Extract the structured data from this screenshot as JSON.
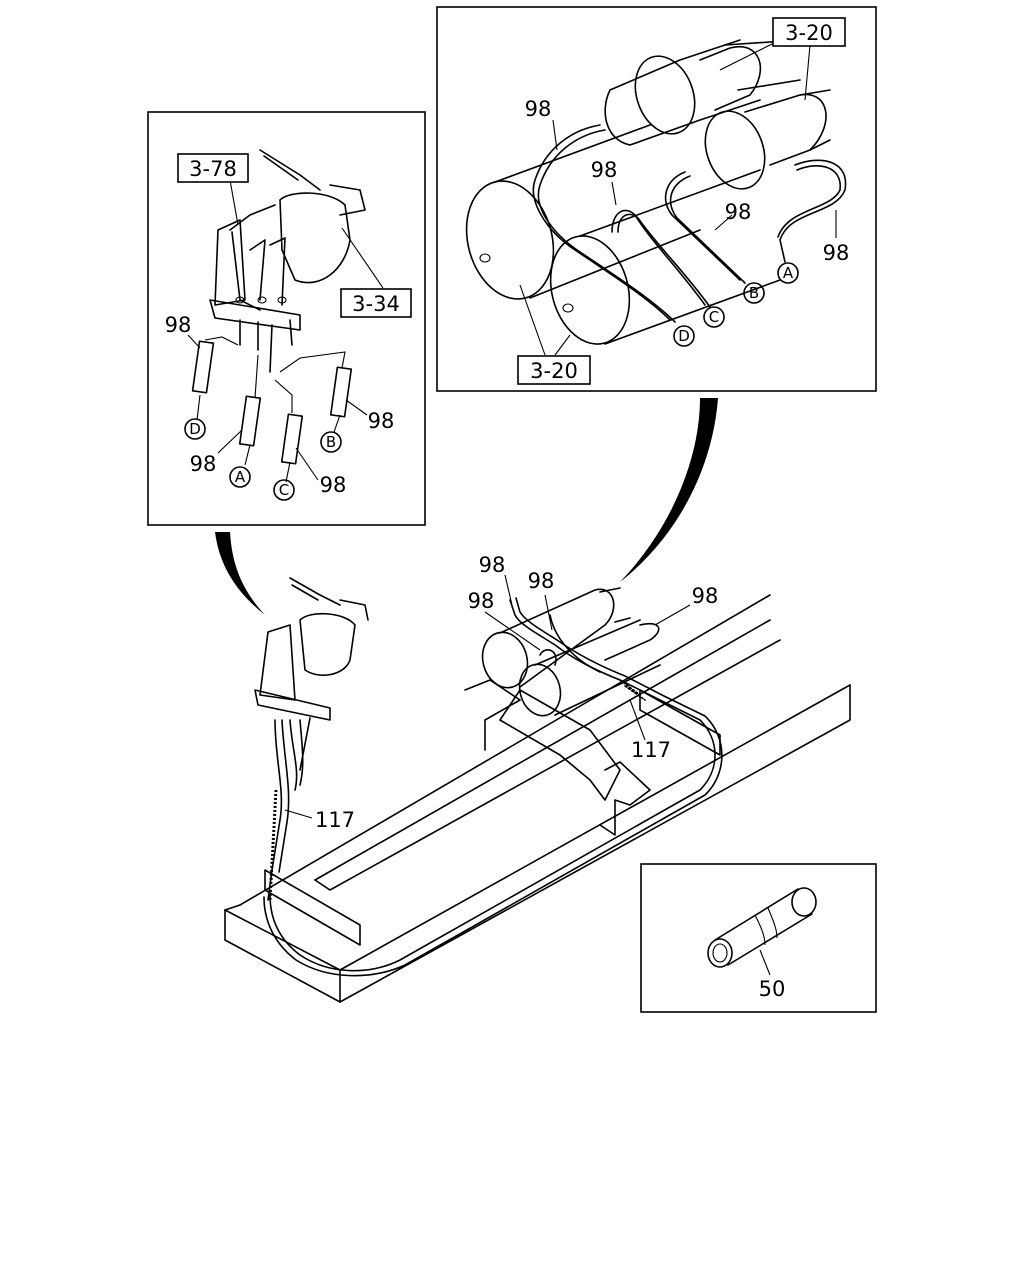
{
  "callouts": {
    "ref_3_20_top": "3-20",
    "ref_3_20_bottom": "3-20",
    "ref_3_78": "3-78",
    "ref_3_34": "3-34",
    "part_98": "98",
    "part_117": "117",
    "part_50": "50"
  },
  "connectors": {
    "a": "A",
    "b": "B",
    "c": "C",
    "d": "D"
  }
}
